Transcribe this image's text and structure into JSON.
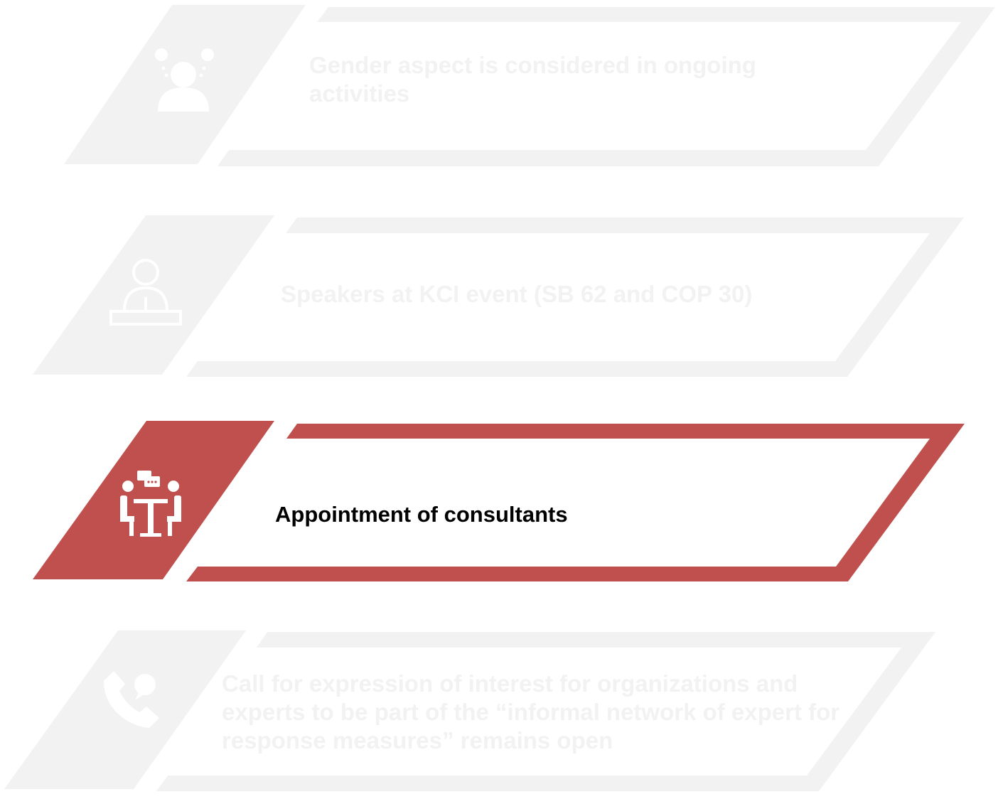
{
  "items": [
    {
      "text": "Gender aspect is considered in ongoing activities",
      "state": "inactive",
      "icon": "person-questions-icon"
    },
    {
      "text": "Speakers at KCI event (SB 62 and COP 30)",
      "state": "inactive",
      "icon": "speaker-podium-icon"
    },
    {
      "text": "Appointment of consultants",
      "state": "active",
      "icon": "meeting-table-icon"
    },
    {
      "text": "Call for expression of interest for organizations and experts to be part of the “informal network of expert for response measures” remains open",
      "state": "inactive",
      "icon": "phone-question-icon"
    }
  ],
  "colors": {
    "inactive": "#f2f2f2",
    "active": "#c0504d",
    "active_text": "#000000"
  }
}
